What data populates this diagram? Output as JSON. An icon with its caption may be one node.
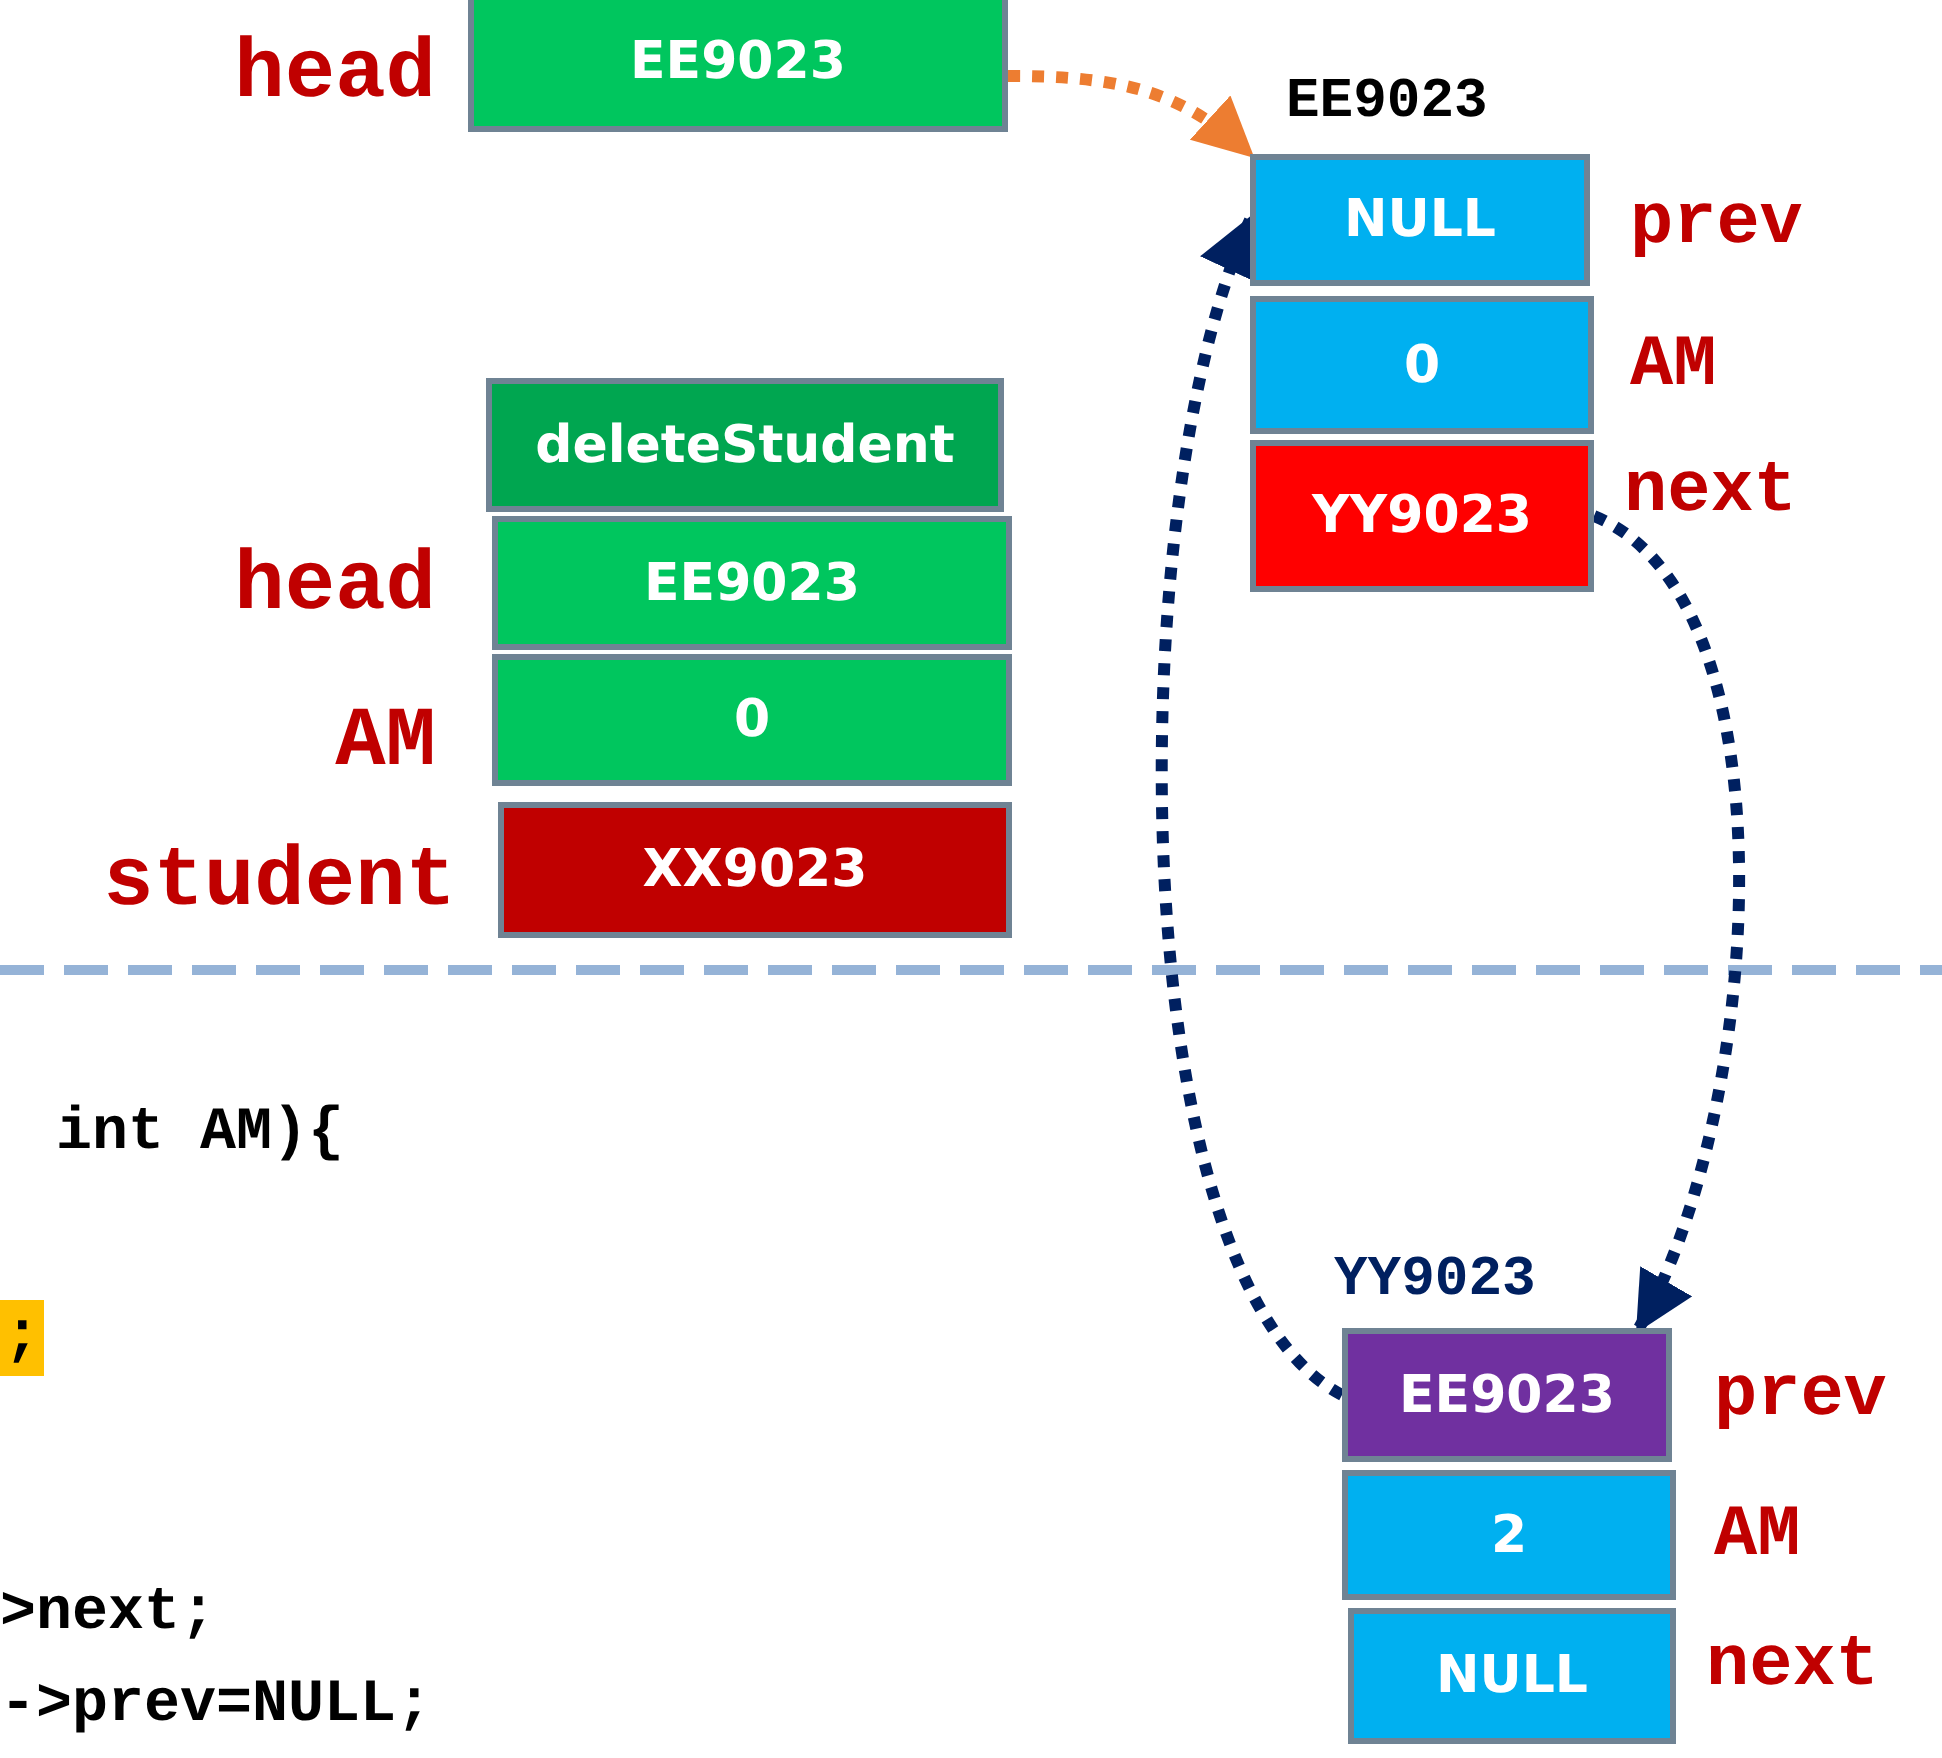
{
  "diagram": {
    "nodes": [
      {
        "text": [
          "EE9023"
        ],
        "beside": [
          "head"
        ]
      },
      {
        "text": [
          "NULL"
        ],
        "beside": [
          "EE9023",
          "prev"
        ]
      },
      {
        "text": [
          "0"
        ],
        "beside": [
          "AM"
        ]
      },
      {
        "text": [
          "YY9023"
        ],
        "beside": [
          "next"
        ]
      },
      {
        "text": [
          "deleteStudent"
        ]
      },
      {
        "text": [
          "EE9023"
        ],
        "beside": [
          "head"
        ]
      },
      {
        "text": [
          "0"
        ],
        "beside": [
          "AM"
        ]
      },
      {
        "text": [
          "XX9023"
        ],
        "beside": [
          "student"
        ]
      },
      {
        "text": [
          "EE9023"
        ],
        "beside": [
          "YY9023",
          "prev"
        ]
      },
      {
        "text": [
          "2"
        ],
        "beside": [
          "AM"
        ]
      },
      {
        "text": [
          "NULL"
        ],
        "beside": [
          "next"
        ]
      }
    ],
    "edges": [
      {
        "from": 0,
        "to": 1,
        "arrow": "to",
        "style": "dashed",
        "color": "#ed7d31"
      },
      {
        "from": 3,
        "to": 8,
        "arrow": "to",
        "style": "dashed"
      },
      {
        "from": 8,
        "to": 1,
        "arrow": "to",
        "style": "dashed"
      }
    ],
    "labels": [
      " int AM){",
      ";",
      ">next;",
      "->prev=NULL;"
    ]
  }
}
